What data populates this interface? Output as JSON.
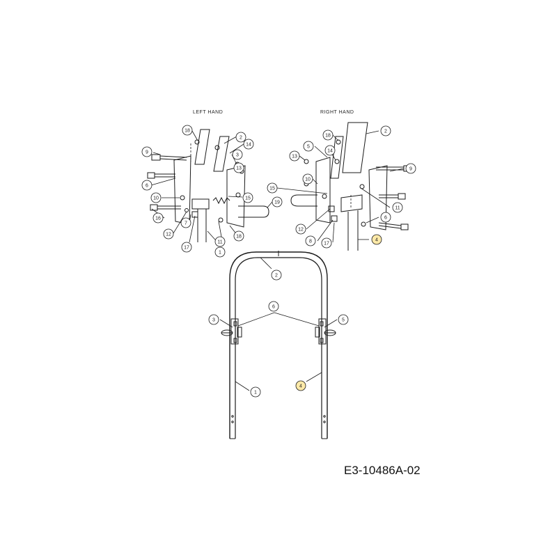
{
  "titles": {
    "left_hand": "LEFT HAND",
    "right_hand": "RIGHT HAND"
  },
  "drawing_code": "E3-10486A-02",
  "colors": {
    "line": "#1a1a1a",
    "highlight": "#fde9a8"
  },
  "callouts": {
    "left": [
      "18",
      "2",
      "14",
      "9",
      "3",
      "13",
      "6",
      "15",
      "10",
      "19",
      "16",
      "12",
      "7",
      "11",
      "18",
      "17",
      "1"
    ],
    "right": [
      "18",
      "2",
      "5",
      "14",
      "13",
      "9",
      "10",
      "15",
      "11",
      "6",
      "12",
      "8",
      "17",
      "4"
    ],
    "main": [
      "2",
      "6",
      "3",
      "5",
      "1",
      "4"
    ]
  }
}
